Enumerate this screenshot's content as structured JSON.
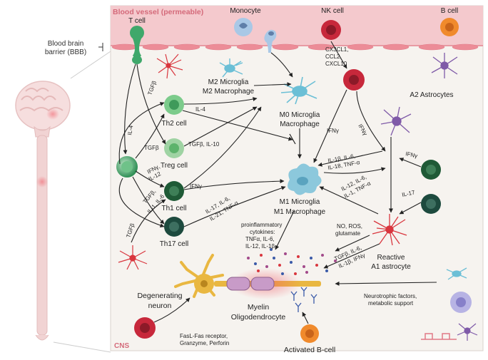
{
  "labels": {
    "blood_vessel": "Blood vessel (permeable)",
    "monocyte": "Monocyte",
    "nk_cell": "NK cell",
    "b_cell": "B cell",
    "t_cell": "T cell",
    "bbb_line1": "Blood brain",
    "bbb_line2": "barrier (BBB)",
    "chemokine1": "CX3CL1,",
    "chemokine2": "CCL2,",
    "chemokine3": "CXCL10",
    "m2_line1": "M2 Microglia",
    "m2_line2": "M2 Macrophage",
    "m0_line1": "M0 Microglia",
    "m0_line2": "Macrophage",
    "a2_astrocytes": "A2 Astrocytes",
    "th2_cell": "Th2 cell",
    "treg_cell": "Treg cell",
    "th1_cell": "Th1 cell",
    "th17_cell": "Th17 cell",
    "m1_line1": "M1 Microglia",
    "m1_line2": "M1 Macrophage",
    "reactive_line1": "Reactive",
    "reactive_line2": "A1 astrocyte",
    "degenerating_line1": "Degenerating",
    "degenerating_line2": "neuron",
    "myelin": "Myelin",
    "oligodendrocyte": "Oligodendrocyte",
    "activated_b_cell": "Activated B-cell",
    "cns": "CNS",
    "tgfb": "TGFβ",
    "il4_vertical": "IL-4",
    "il4_th2": "IL-4",
    "tgfb_il10": "TGFβ, IL-10",
    "ifng_il12_a": "IFNγ,",
    "ifng_il12_b": "IL-12",
    "ifng_th1": "IFNγ",
    "tgfb_il1_a": "TGFβ,",
    "tgfb_il1_b": "IL-1, IL-6",
    "tgfb_bottom": "TGFβ",
    "th17_cytokines_a": "IL-17, IL-6,",
    "th17_cytokines_b": "IL-21, TNF-α",
    "ifng_nk_m0": "IFNγ",
    "ifng_nk_astro": "IFNγ",
    "il1b_a": "IL-1β, IL-6,",
    "il1b_b": "IL-18, TNF-α",
    "il12_a": "IL-12, IL-6,",
    "il12_b": "IL-1, TNF-α",
    "ifng_right": "IFNγ",
    "il17_right": "IL-17",
    "proinflam_1": "proinflammatory",
    "proinflam_2": "cytokines:",
    "proinflam_3": "TNFα, IL-6,",
    "proinflam_4": "IL-12, IL-1β",
    "no_ros_1": "NO, ROS,",
    "no_ros_2": "glutamate",
    "astro_cyto_1": "TGFβ, IL-6,",
    "astro_cyto_2": "IL-1β, IFNγ",
    "neurotrophic_1": "Neurotrophic factors,",
    "neurotrophic_2": "metabolic support",
    "fasl_1": "FasL-Fas receptor,",
    "fasl_2": "Granzyme, Perforin"
  },
  "colors": {
    "vessel": "#f4c9cd",
    "vessel_text": "#d46a7a",
    "panel_bg": "#f6f3ef",
    "t_cell": "#3fa86b",
    "th1": "#1f5a36",
    "th17": "#1d4a3e",
    "treg": "#6cbf7e",
    "monocyte": "#8fb8dc",
    "nk": "#c7283b",
    "b_cell": "#f08a2c",
    "microglia": "#6bbfd6",
    "astrocyte_a2": "#7f5aa8",
    "astrocyte_a1": "#d9363e",
    "neuron": "#e9b741",
    "arrow": "#222222"
  }
}
